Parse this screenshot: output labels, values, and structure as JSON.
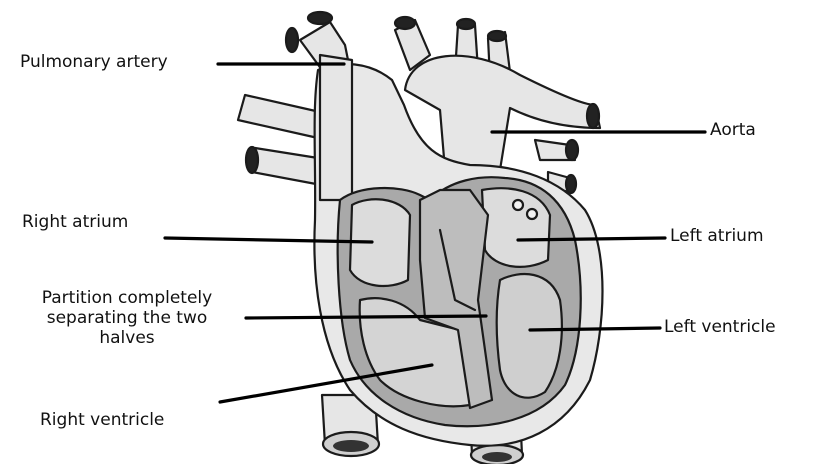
{
  "labels": {
    "pulmonary_artery": "Pulmonary artery",
    "aorta": "Aorta",
    "right_atrium": "Right atrium",
    "left_atrium": "Left atrium",
    "partition_line1": "Partition completely",
    "partition_line2": "separating the two",
    "partition_line3": "halves",
    "left_ventricle": "Left ventricle",
    "right_ventricle": "Right ventricle"
  }
}
